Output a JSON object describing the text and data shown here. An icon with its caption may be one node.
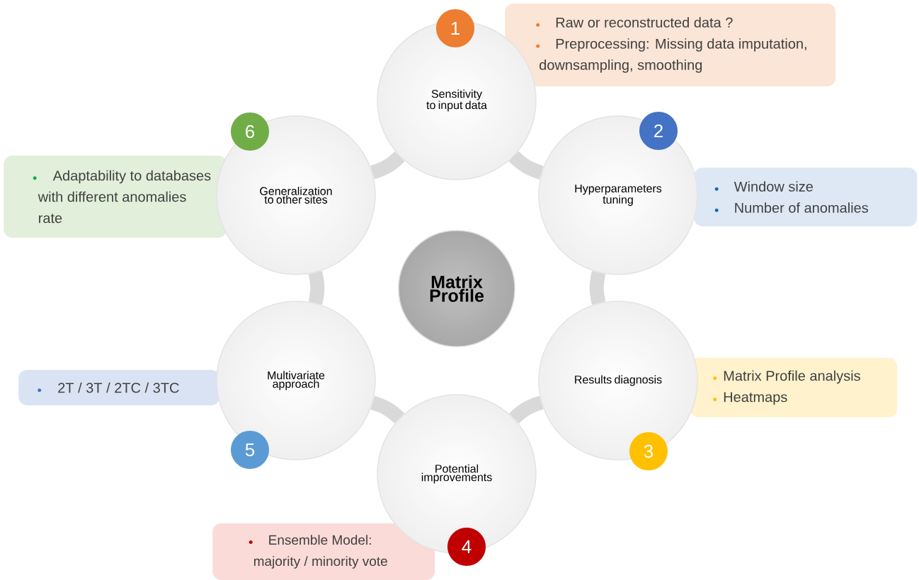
{
  "diagram": {
    "nodes": [
      {
        "text": [
          "Matrix Profile"
        ]
      },
      {
        "text": [
          "Sensitivity to input data"
        ]
      },
      {
        "text": [
          "Hyperparameters tuning"
        ]
      },
      {
        "text": [
          "Results diagnosis"
        ]
      },
      {
        "text": [
          "Potential improvements"
        ]
      },
      {
        "text": [
          "Multivariate approach"
        ]
      },
      {
        "text": [
          "Generalization to other sites"
        ]
      },
      {
        "text": [
          "1"
        ]
      },
      {
        "text": [
          "2"
        ]
      },
      {
        "text": [
          "3"
        ]
      },
      {
        "text": [
          "4"
        ]
      },
      {
        "text": [
          "5"
        ]
      },
      {
        "text": [
          "6"
        ]
      },
      {
        "text": [
          "Raw or reconstructed data ?",
          "Preprocessing: Missing data imputation, downsampling, smoothing"
        ]
      },
      {
        "text": [
          "Window size",
          "Number of anomalies"
        ]
      },
      {
        "text": [
          "Matrix Profile analysis",
          "Heatmaps"
        ]
      },
      {
        "text": [
          "Ensemble Model: majority / minority vote"
        ]
      },
      {
        "text": [
          "2T / 3T / 2TC / 3TC"
        ]
      },
      {
        "text": [
          "Adaptability to databases with different anomalies rate"
        ]
      }
    ],
    "edges": [
      {
        "from": 1,
        "to": 2,
        "arrow": "none"
      },
      {
        "from": 2,
        "to": 3,
        "arrow": "none"
      },
      {
        "from": 3,
        "to": 4,
        "arrow": "none"
      },
      {
        "from": 4,
        "to": 5,
        "arrow": "none"
      },
      {
        "from": 5,
        "to": 6,
        "arrow": "none"
      },
      {
        "from": 6,
        "to": 1,
        "arrow": "none"
      }
    ]
  }
}
